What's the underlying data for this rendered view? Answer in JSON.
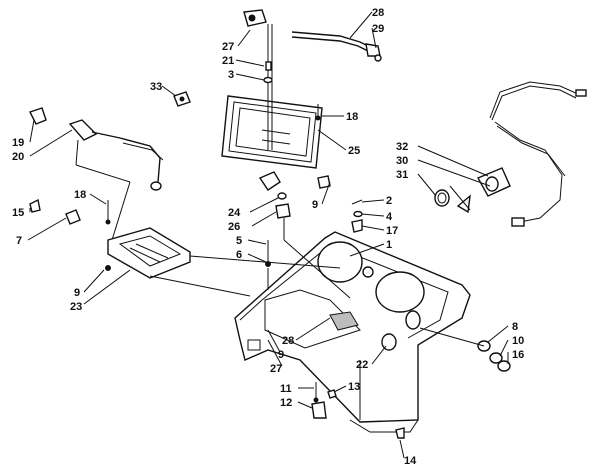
{
  "labels": {
    "n1": "1",
    "n2": "2",
    "n3": "3",
    "n4": "4",
    "n5": "5",
    "n6": "6",
    "n7": "7",
    "n8": "8",
    "n9a": "9",
    "n9b": "9",
    "n9c": "9",
    "n10": "10",
    "n11": "11",
    "n12": "12",
    "n13": "13",
    "n14": "14",
    "n15": "15",
    "n16": "16",
    "n17": "17",
    "n18a": "18",
    "n18b": "18",
    "n19": "19",
    "n20": "20",
    "n21": "21",
    "n22": "22",
    "n23": "23",
    "n24": "24",
    "n25": "25",
    "n26": "26",
    "n27a": "27",
    "n27b": "27",
    "n28a": "28",
    "n28b": "28",
    "n29": "29",
    "n30": "30",
    "n31": "31",
    "n32": "32",
    "n33": "33"
  },
  "colors": {
    "ink": "#111111",
    "paper": "#ffffff",
    "shade": "#bdbdbd"
  }
}
